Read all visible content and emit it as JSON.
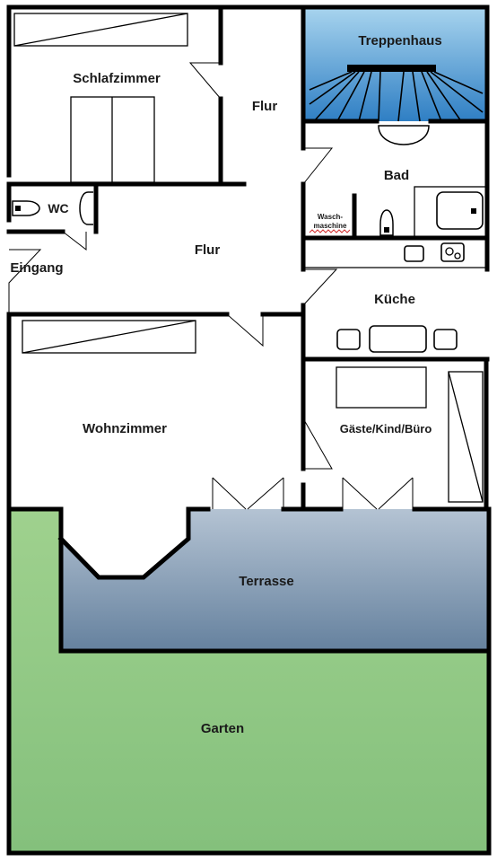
{
  "rooms": {
    "schlafzimmer": "Schlafzimmer",
    "flur_top": "Flur",
    "treppenhaus": "Treppenhaus",
    "bad": "Bad",
    "wc": "WC",
    "waschmaschine_line1": "Wasch-",
    "waschmaschine_line2": "maschine",
    "flur_main": "Flur",
    "eingang": "Eingang",
    "kueche": "Küche",
    "wohnzimmer": "Wohnzimmer",
    "gaeste": "Gäste/Kind/Büro",
    "terrasse": "Terrasse",
    "garten": "Garten"
  },
  "colors": {
    "treppenhaus_top": "#a8d4ee",
    "treppenhaus_bottom": "#2f7fc4",
    "terrasse_top": "#b4c3d3",
    "terrasse_bottom": "#65819e",
    "garten_top": "#9fd18e",
    "garten_bottom": "#84c07c",
    "washer_zigzag": "#d23030"
  }
}
